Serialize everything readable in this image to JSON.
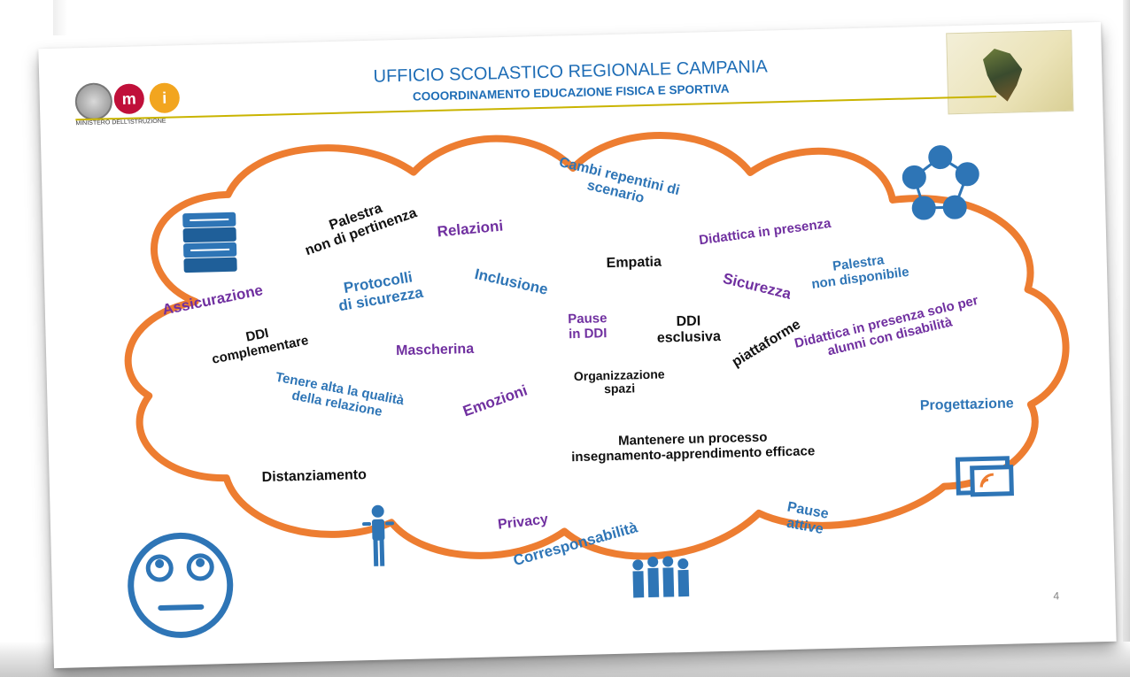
{
  "header": {
    "title": "UFFICIO SCOLASTICO REGIONALE CAMPANIA",
    "subtitle": "COOORDINAMENTO EDUCAZIONE FISICA E SPORTIVA",
    "ministry_label": "MINISTERO DELL'ISTRUZIONE",
    "logo_m": "m",
    "logo_i": "i"
  },
  "colors": {
    "cloud_stroke": "#ed7d31",
    "purple": "#7030a0",
    "blue": "#2e75b6",
    "title_blue": "#1e6db6",
    "icon_blue": "#2e75b6"
  },
  "icons": [
    "emblem-icon",
    "books-icon",
    "network-icon",
    "person-icon",
    "people-group-icon",
    "screen-share-icon",
    "face-icon",
    "campania-map-icon"
  ],
  "cloud_words": {
    "palestra_non_pertinenza": "Palestra\nnon di pertinenza",
    "relazioni": "Relazioni",
    "cambi_repentini": "Cambi repentini di\nscenario",
    "didattica_presenza": "Didattica in presenza",
    "assicurazione": "Assicurazione",
    "protocolli": "Protocolli\ndi sicurezza",
    "inclusione": "Inclusione",
    "empatia": "Empatia",
    "sicurezza": "Sicurezza",
    "palestra_non_disponibile": "Palestra\nnon disponibile",
    "ddi_complementare": "DDI\ncomplementare",
    "pause_ddi": "Pause\nin DDI",
    "ddi_esclusiva": "DDI\nesclusiva",
    "mascherina": "Mascherina",
    "piattaforme": "piattaforme",
    "didattica_disabilita": "Didattica in presenza solo per\nalunni con disabilità",
    "tenere_alta": "Tenere alta la qualità\ndella relazione",
    "emozioni": "Emozioni",
    "organizzazione_spazi": "Organizzazione\nspazi",
    "progettazione": "Progettazione",
    "distanziamento": "Distanziamento",
    "mantenere_processo": "Mantenere un processo\ninsegnamento-apprendimento efficace",
    "privacy": "Privacy",
    "corresponsabilita": "Corresponsabilità",
    "pause_attive": "Pause\nattive"
  },
  "slide_number": "4"
}
